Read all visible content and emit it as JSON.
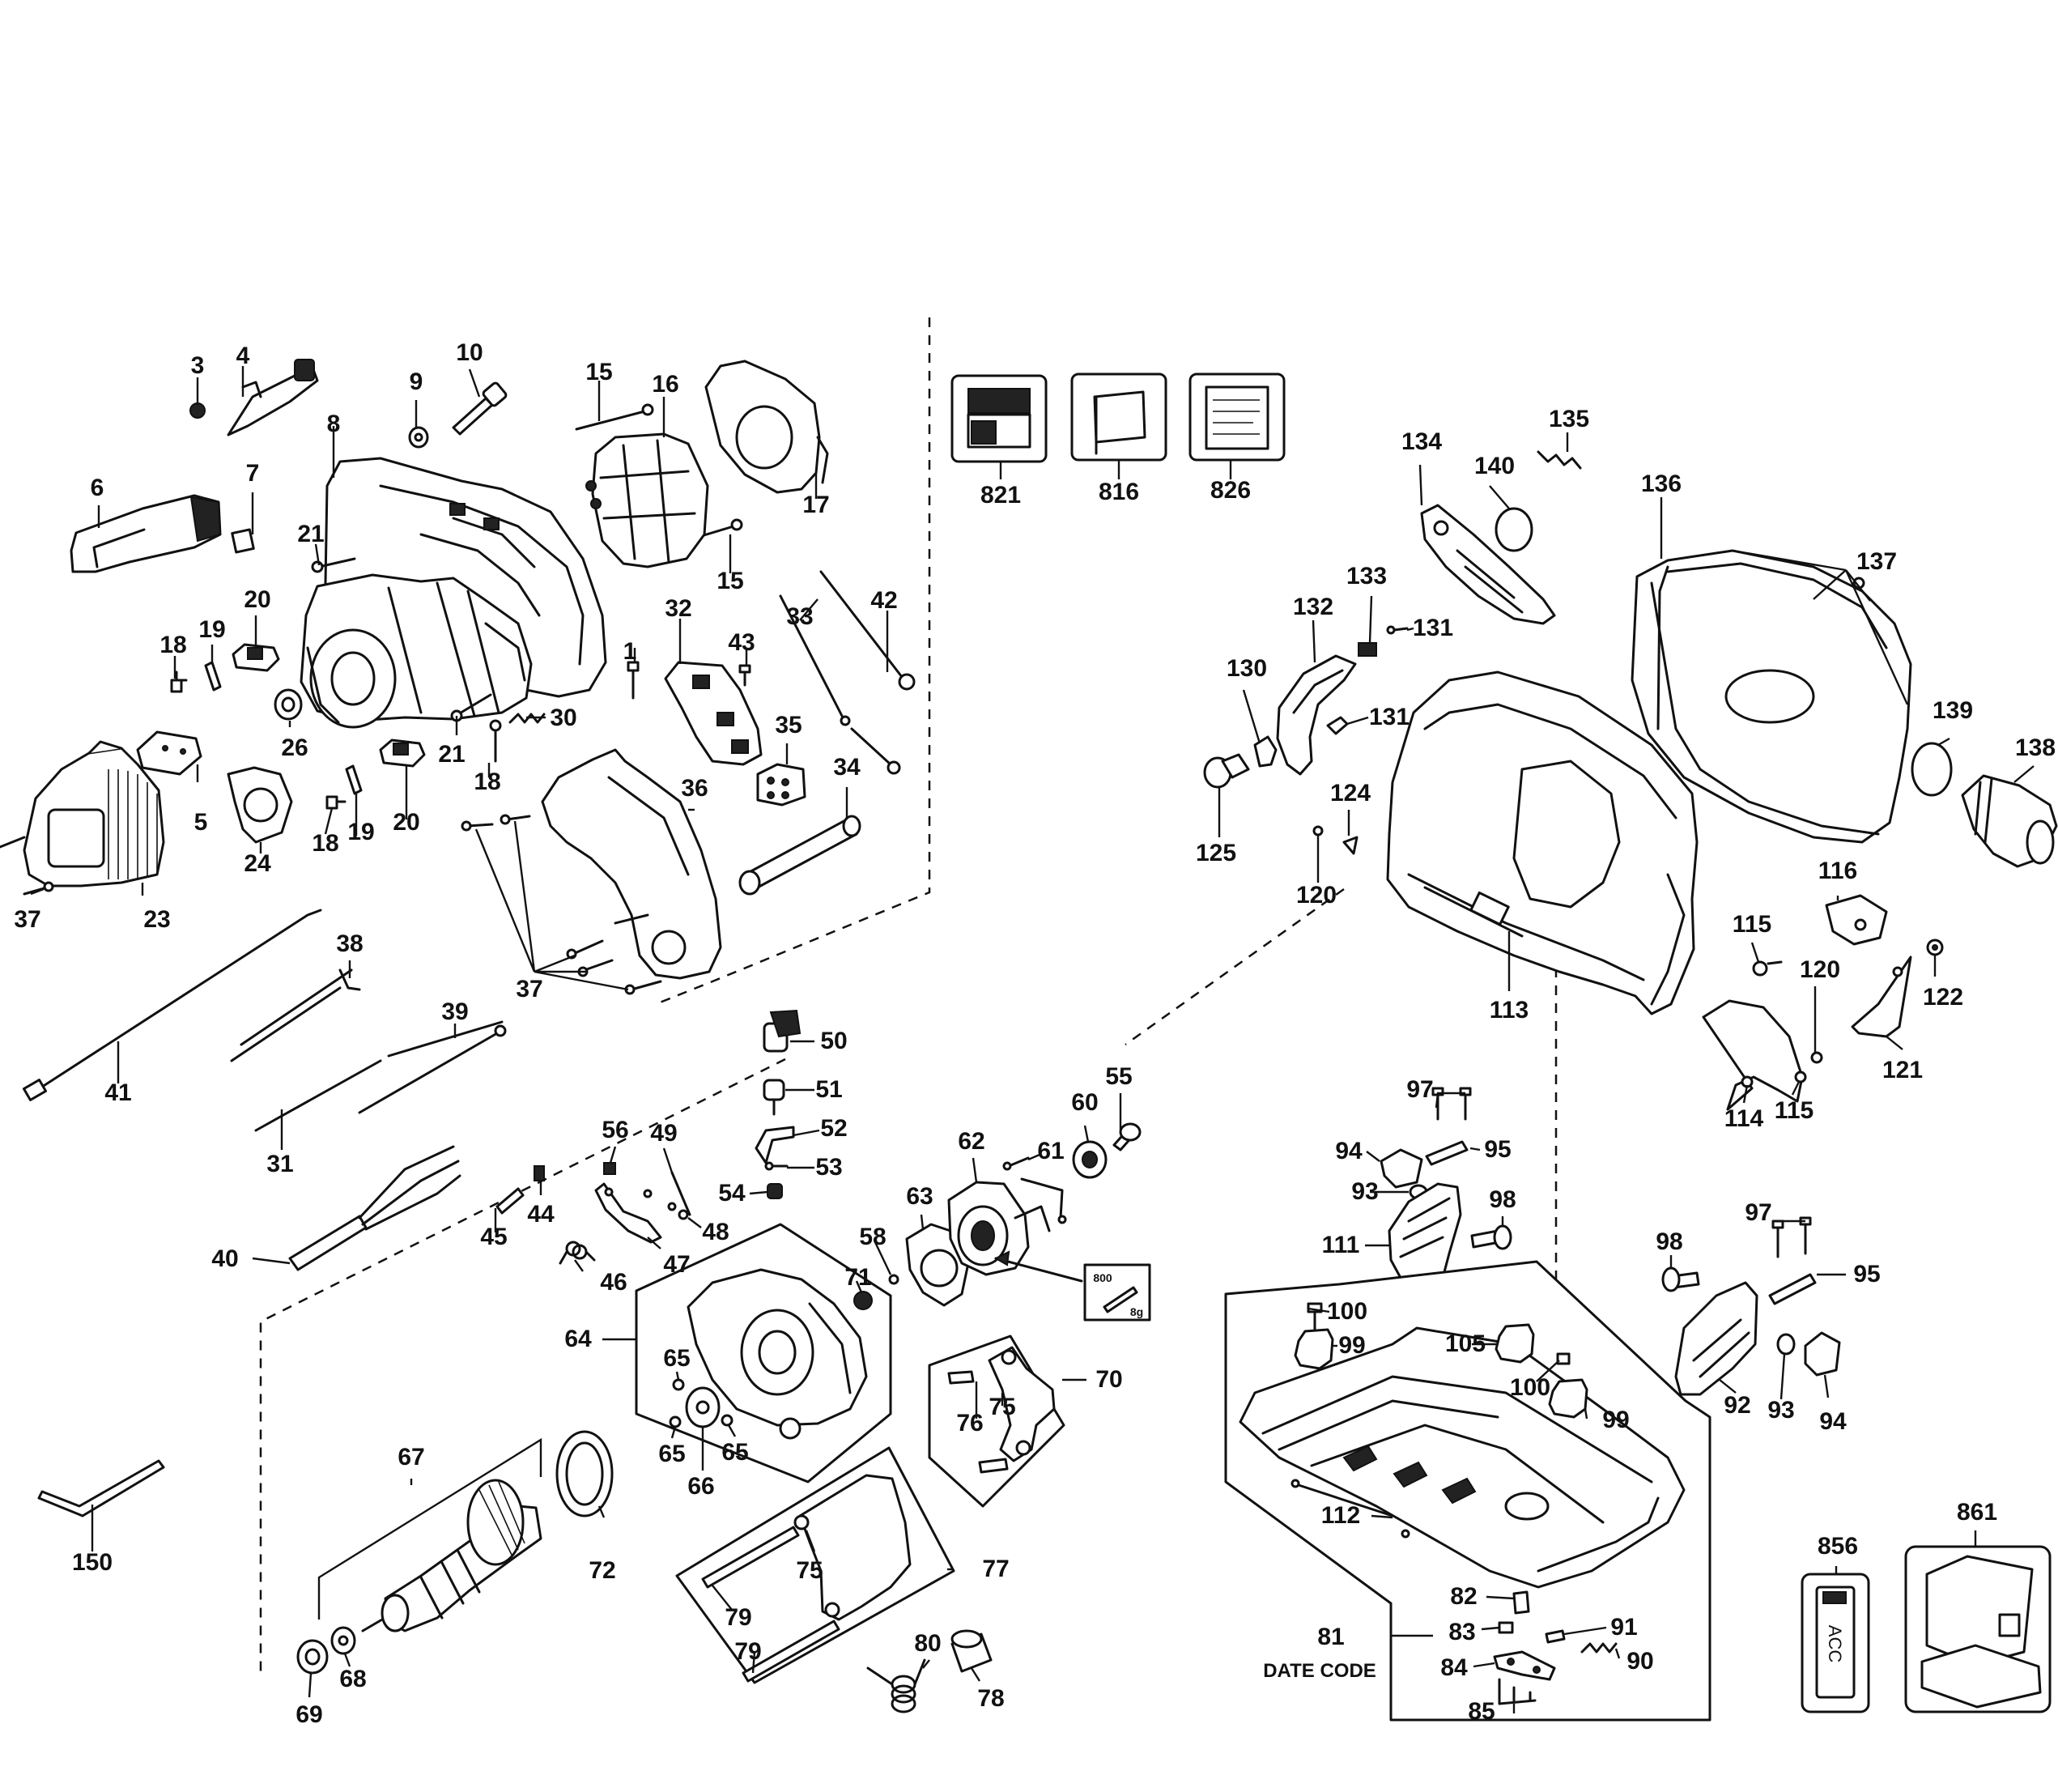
{
  "parts": [
    "1",
    "3",
    "4",
    "5",
    "6",
    "7",
    "8",
    "9",
    "10",
    "15",
    "15",
    "16",
    "17",
    "18",
    "18",
    "18",
    "19",
    "19",
    "20",
    "20",
    "21",
    "21",
    "23",
    "24",
    "26",
    "30",
    "31",
    "32",
    "33",
    "34",
    "35",
    "36",
    "37",
    "37",
    "38",
    "39",
    "40",
    "41",
    "42",
    "43",
    "44",
    "45",
    "46",
    "47",
    "48",
    "49",
    "50",
    "51",
    "52",
    "53",
    "54",
    "55",
    "56",
    "58",
    "60",
    "61",
    "62",
    "63",
    "64",
    "65",
    "65",
    "65",
    "66",
    "67",
    "68",
    "69",
    "70",
    "71",
    "72",
    "75",
    "75",
    "76",
    "77",
    "78",
    "79",
    "79",
    "80",
    "81",
    "82",
    "83",
    "84",
    "85",
    "90",
    "91",
    "92",
    "93",
    "93",
    "94",
    "94",
    "95",
    "95",
    "97",
    "97",
    "98",
    "98",
    "99",
    "99",
    "100",
    "100",
    "105",
    "111",
    "112",
    "113",
    "114",
    "115",
    "115",
    "116",
    "120",
    "120",
    "121",
    "122",
    "124",
    "125",
    "130",
    "131",
    "131",
    "132",
    "133",
    "134",
    "135",
    "136",
    "137",
    "138",
    "139",
    "140",
    "150",
    "821",
    "816",
    "826",
    "856",
    "861"
  ],
  "date_code_label": "DATE CODE",
  "lube_label_top": "800",
  "lube_label_bottom": "8g",
  "case_label": "ACC"
}
